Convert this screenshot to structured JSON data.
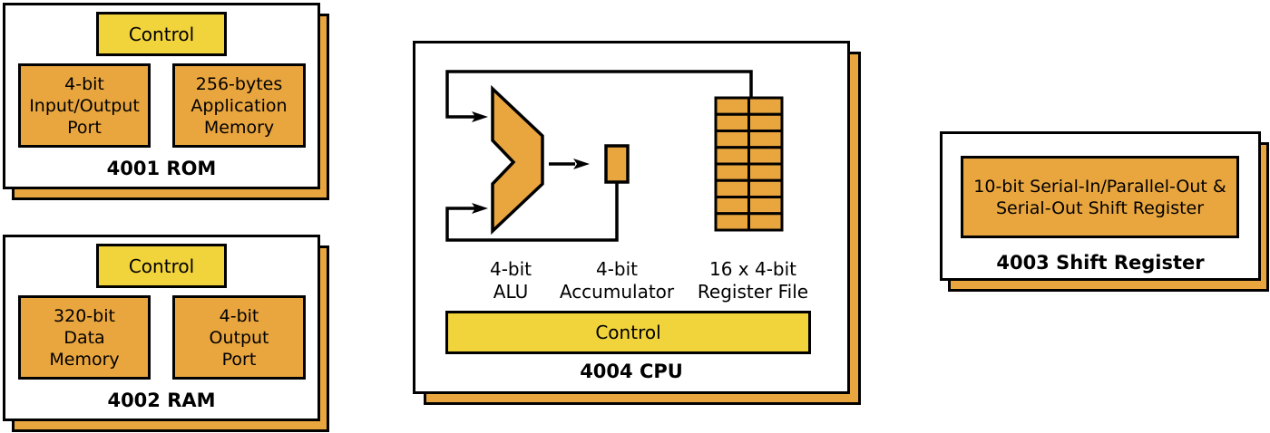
{
  "colors": {
    "orange": "#E9A63F",
    "yellow": "#F1D33C",
    "line": "#000000",
    "card_bg": "#FFFFFF"
  },
  "rom": {
    "title": "4001 ROM",
    "control_label": "Control",
    "io_port": [
      "4-bit",
      "Input/Output",
      "Port"
    ],
    "app_memory": [
      "256-bytes",
      "Application",
      "Memory"
    ]
  },
  "ram": {
    "title": "4002 RAM",
    "control_label": "Control",
    "data_memory": [
      "320-bit",
      "Data",
      "Memory"
    ],
    "out_port": [
      "4-bit",
      "Output",
      "Port"
    ]
  },
  "cpu": {
    "title": "4004 CPU",
    "control_label": "Control",
    "alu_label": [
      "4-bit",
      "ALU"
    ],
    "accumulator_label": [
      "4-bit",
      "Accumulator"
    ],
    "register_file_label": [
      "16 x 4-bit",
      "Register File"
    ],
    "register_file": {
      "rows": 8,
      "cols": 2
    }
  },
  "shift": {
    "title": "4003 Shift Register",
    "box": [
      "10-bit Serial-In/Parallel-Out &",
      "Serial-Out Shift Register"
    ]
  }
}
